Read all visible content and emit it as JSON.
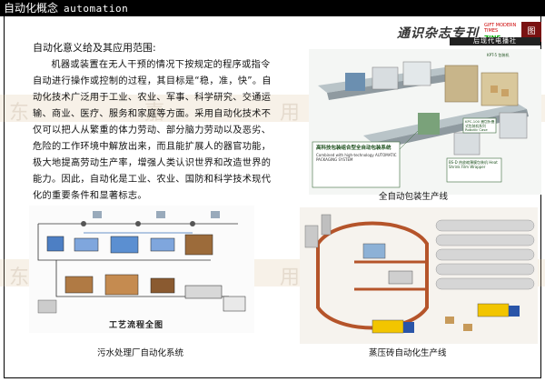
{
  "header": {
    "title_cn": "自动化概念",
    "title_en": "automation"
  },
  "brand": {
    "logo": "通识杂志专刊",
    "en": "GIFT MODERN TIMES",
    "zine": "ZINE",
    "seal": "图",
    "sub": "后现代电播社"
  },
  "intro": {
    "heading": "自动化意义给及其应用范围:",
    "body": "机器或装置在无人干预的情况下按规定的程序或指令自动进行操作或控制的过程，其目标是“稳，准，快”。自动化技术广泛用于工业、农业、军事、科学研究、交通运输、商业、医疗、服务和家庭等方面。采用自动化技术不仅可以把人从繁重的体力劳动、部分脑力劳动以及恶劣、危险的工作环境中解放出来，而且能扩展人的器官功能，极大地提高劳动生产率，增强人类认识世界和改造世界的能力。因此，自动化是工业、农业、国防和科学技术现代化的重要条件和显著标志。"
  },
  "figures": {
    "packaging": {
      "caption": "全自动包装生产线",
      "label_main": "高科技包装组合型全自动包装系统",
      "label_main_en": "Combined with high-technology AUTOMATIC PACKAGING SYSTEM",
      "label_side": "KPC-100 横包折叠式包装机系列 Robotic Case Packer Vertical",
      "label_film": "BS-D 热收缩薄膜包装机 Heat Shrink Film Wrapper",
      "label_top": "KPT-5 包装机"
    },
    "sewage": {
      "caption": "污水处理厂自动化系统",
      "chart_title": "工艺流程全图"
    },
    "brick": {
      "caption": "蒸压砖自动化生产线"
    }
  },
  "watermark": "东 嘉 用 品 途"
}
